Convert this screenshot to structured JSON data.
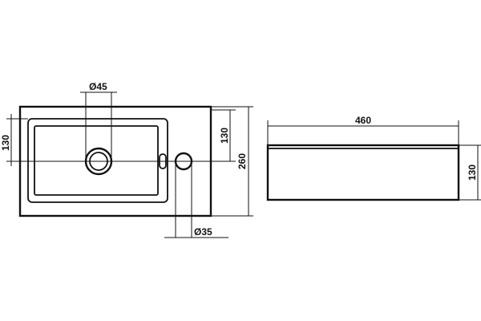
{
  "diagram": {
    "top_view": {
      "drain_diameter_label": "Ø45",
      "tap_hole_diameter_label": "Ø35",
      "basin_height_label": "130",
      "right_height_label": "130",
      "total_depth_label": "260"
    },
    "side_view": {
      "width_label": "460",
      "height_label": "130"
    }
  }
}
